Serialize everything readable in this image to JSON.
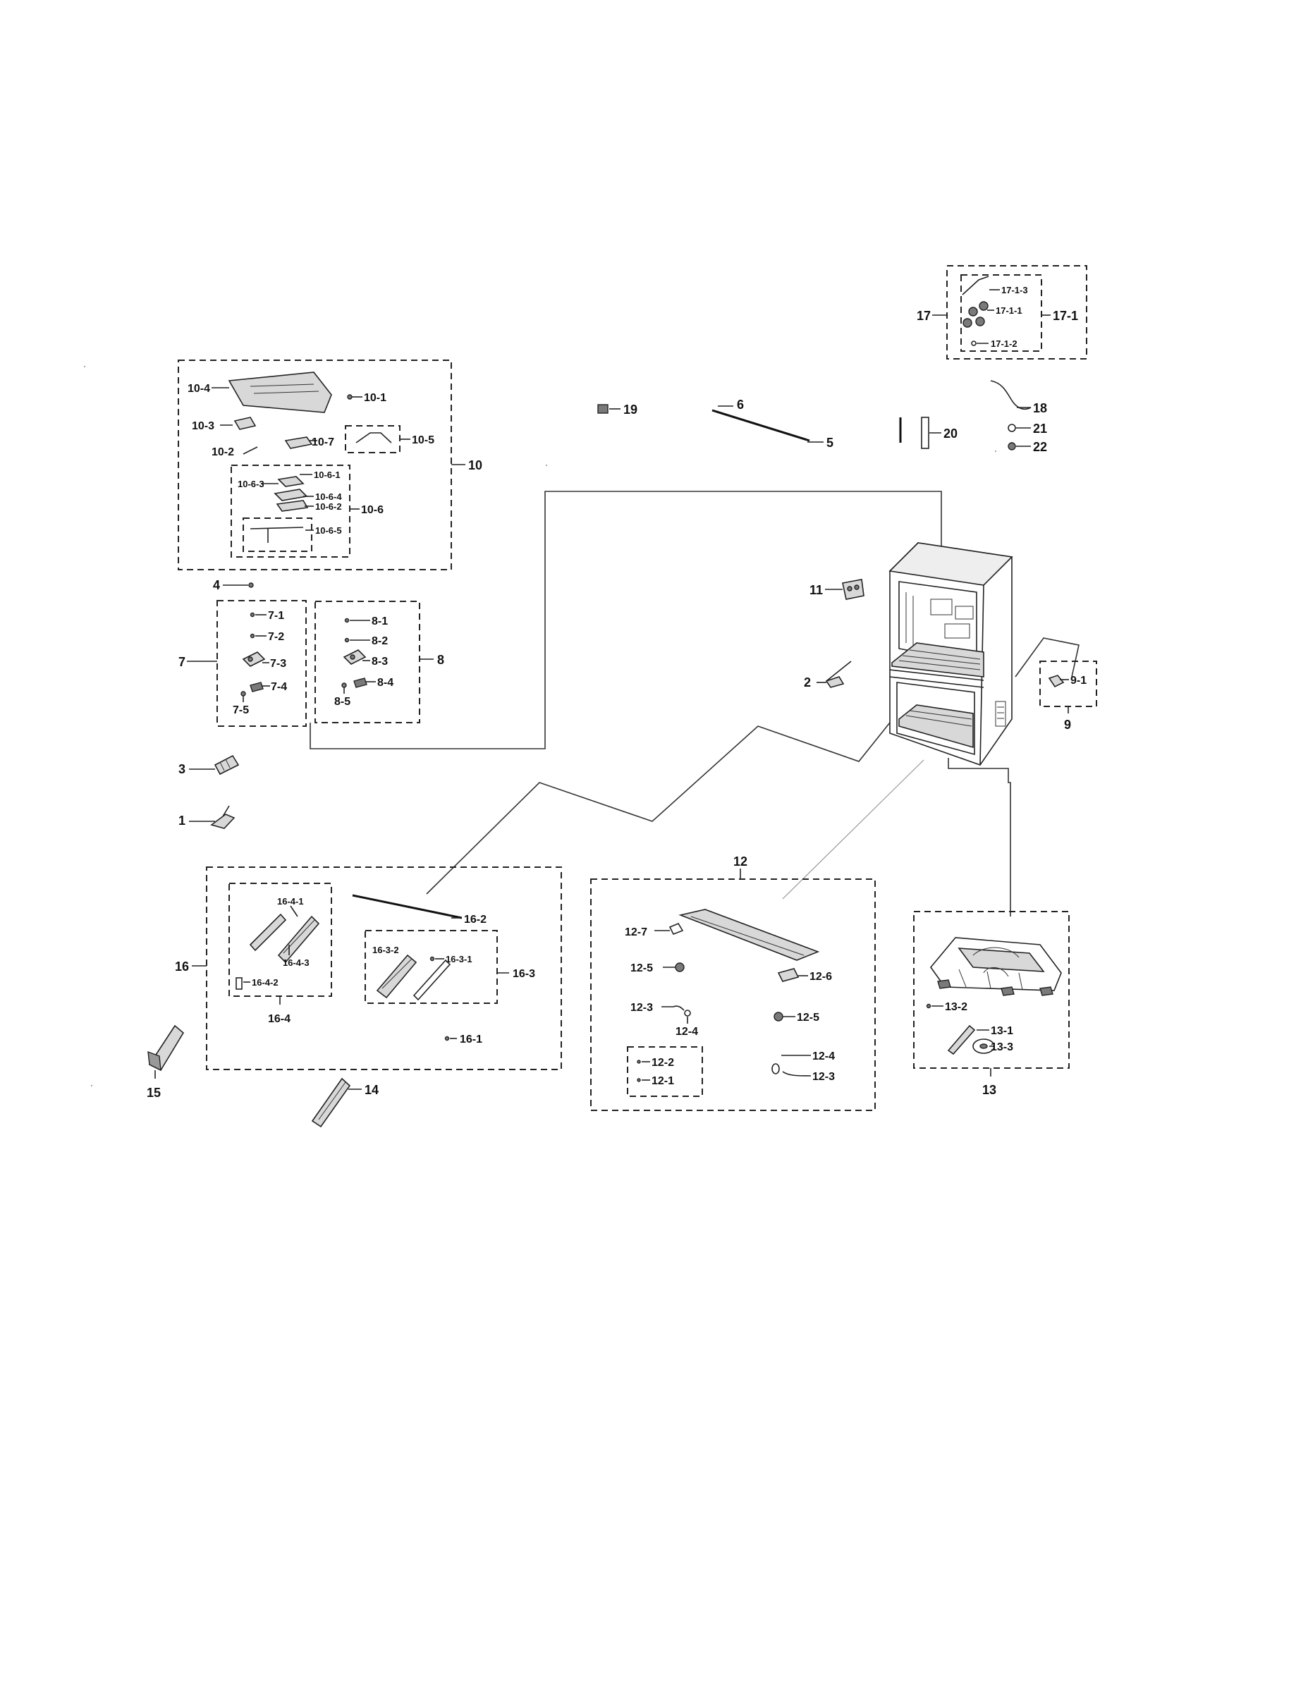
{
  "diagram": {
    "labels": {
      "l10_4": "10-4",
      "l10_1": "10-1",
      "l10_3": "10-3",
      "l10_2": "10-2",
      "l10_7": "10-7",
      "l10_5": "10-5",
      "l10": "10",
      "l10_6_3": "10-6-3",
      "l10_6_1": "10-6-1",
      "l10_6_4": "10-6-4",
      "l10_6_2": "10-6-2",
      "l10_6": "10-6",
      "l10_6_5": "10-6-5",
      "l19": "19",
      "l6": "6",
      "l5": "5",
      "l20": "20",
      "l17": "17",
      "l17_1_3": "17-1-3",
      "l17_1_1": "17-1-1",
      "l17_1": "17-1",
      "l17_1_2": "17-1-2",
      "l18": "18",
      "l21": "21",
      "l22": "22",
      "l4": "4",
      "l7_1": "7-1",
      "l7_2": "7-2",
      "l7": "7",
      "l7_3": "7-3",
      "l7_4": "7-4",
      "l7_5": "7-5",
      "l8_1": "8-1",
      "l8_2": "8-2",
      "l8_3": "8-3",
      "l8_4": "8-4",
      "l8_5": "8-5",
      "l8": "8",
      "l11": "11",
      "l2": "2",
      "l9_1": "9-1",
      "l9": "9",
      "l3": "3",
      "l1": "1",
      "l12": "12",
      "l12_7": "12-7",
      "l12_5a": "12-5",
      "l12_6": "12-6",
      "l12_3a": "12-3",
      "l12_4a": "12-4",
      "l12_5b": "12-5",
      "l12_2": "12-2",
      "l12_1": "12-1",
      "l12_4b": "12-4",
      "l12_3b": "12-3",
      "l16_4_1": "16-4-1",
      "l16_4_3": "16-4-3",
      "l16_4_2": "16-4-2",
      "l16_4": "16-4",
      "l16": "16",
      "l16_2": "16-2",
      "l16_3_2": "16-3-2",
      "l16_3_1": "16-3-1",
      "l16_3": "16-3",
      "l16_1": "16-1",
      "l13_2": "13-2",
      "l13_1": "13-1",
      "l13_3": "13-3",
      "l13": "13",
      "l15": "15",
      "l14": "14"
    }
  }
}
